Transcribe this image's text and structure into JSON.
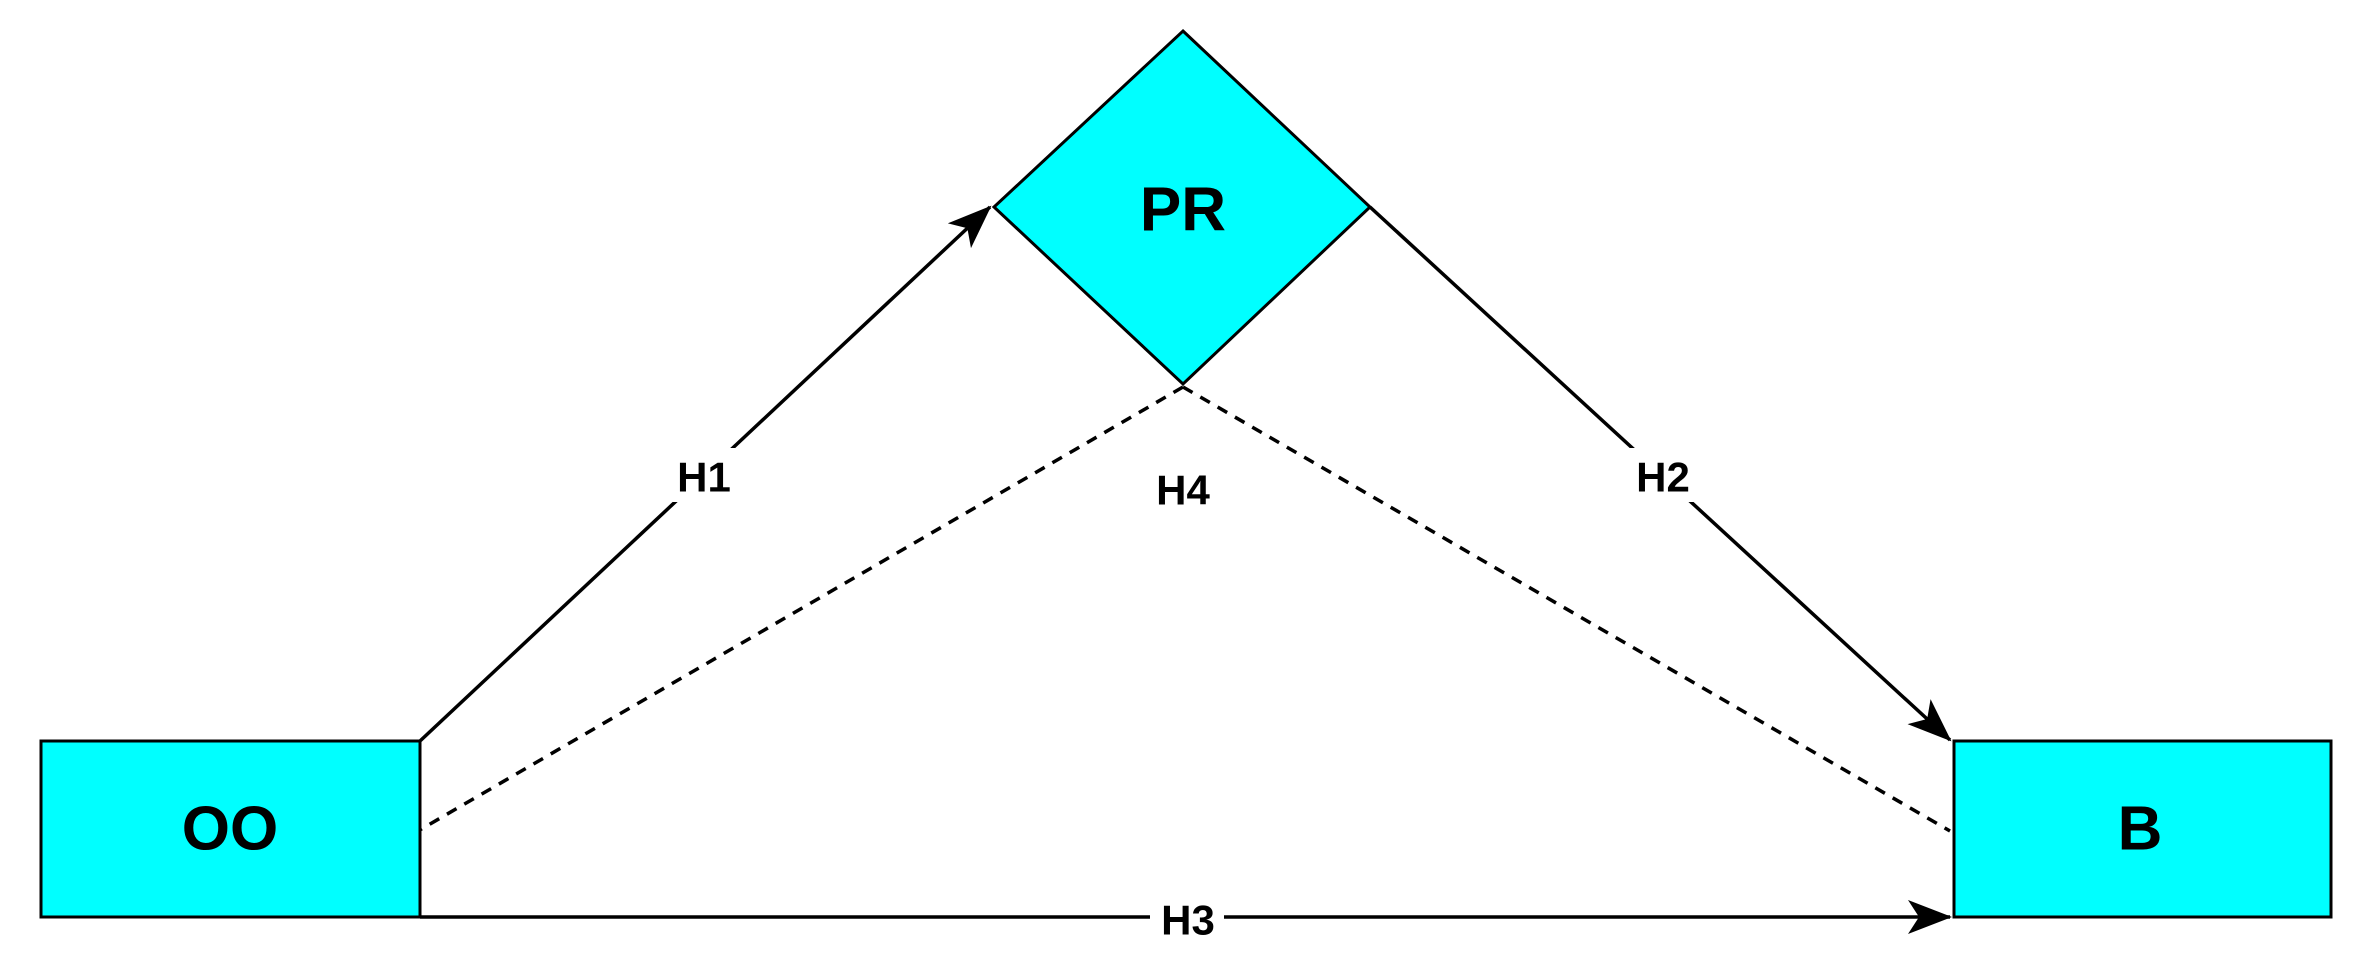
{
  "colors": {
    "node_fill": "#00FFFF",
    "stroke": "#000000",
    "background": "#FFFFFF"
  },
  "nodes": {
    "oo": {
      "label": "OO",
      "shape": "rectangle"
    },
    "pr": {
      "label": "PR",
      "shape": "diamond"
    },
    "b": {
      "label": "B",
      "shape": "rectangle"
    }
  },
  "edges": {
    "h1": {
      "label": "H1",
      "from": "OO",
      "to": "PR",
      "style": "solid",
      "arrow": true
    },
    "h2": {
      "label": "H2",
      "from": "PR",
      "to": "B",
      "style": "solid",
      "arrow": true
    },
    "h3": {
      "label": "H3",
      "from": "OO",
      "to": "B",
      "style": "solid",
      "arrow": true
    },
    "h4": {
      "label": "H4",
      "from": "PR",
      "to": "OO, B",
      "style": "dashed",
      "arrow": false
    }
  }
}
